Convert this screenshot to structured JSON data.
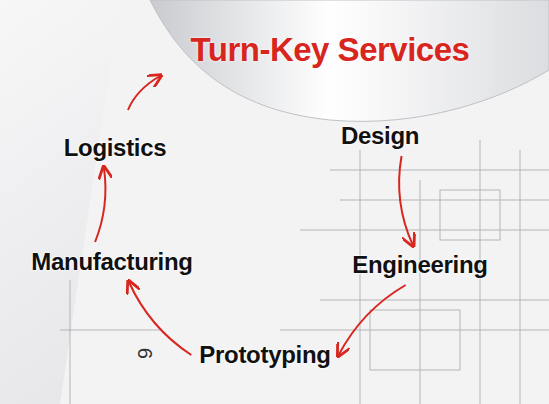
{
  "diagram": {
    "title": "Turn-Key Services",
    "nodes": [
      {
        "text": [
          "Design"
        ]
      },
      {
        "text": [
          "Engineering"
        ]
      },
      {
        "text": [
          "Prototyping"
        ]
      },
      {
        "text": [
          "Manufacturing"
        ]
      },
      {
        "text": [
          "Logistics"
        ]
      }
    ],
    "edges": [
      {
        "from": 0,
        "to": 1,
        "arrow": "to"
      },
      {
        "from": 1,
        "to": 2,
        "arrow": "to"
      },
      {
        "from": 2,
        "to": 3,
        "arrow": "to"
      },
      {
        "from": 3,
        "to": 4,
        "arrow": "to"
      }
    ],
    "labels": [
      "9"
    ]
  }
}
